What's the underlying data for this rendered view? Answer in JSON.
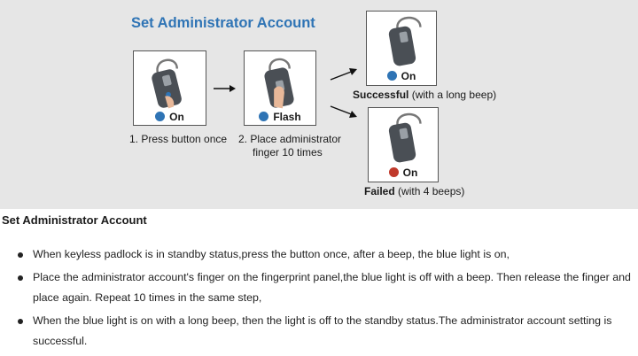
{
  "diagram": {
    "title": "Set Administrator Account",
    "steps": [
      {
        "led_label": "On",
        "caption_lines": [
          "1. Press button once"
        ]
      },
      {
        "led_label": "Flash",
        "caption_lines": [
          "2. Place administrator",
          "finger 10 times"
        ]
      }
    ],
    "results": [
      {
        "led_label": "On",
        "status": "Successful",
        "detail": "(with a long beep)"
      },
      {
        "led_label": "On",
        "status": "Failed",
        "detail": "(with 4 beeps)"
      }
    ],
    "colors": {
      "title": "#2f74b5",
      "led_blue": "#2f74b5",
      "led_red": "#c0392b",
      "background": "#e6e6e6"
    }
  },
  "section": {
    "title": "Set Administrator Account",
    "bullets": [
      "When keyless  padlock is in standby status,press the button once, after a beep, the blue light is on,",
      "Place the administrator account's finger on the fingerprint panel,the blue light is off with a beep. Then release the finger and place again. Repeat 10 times in the same step,",
      "When the blue light is on with a long beep, then the light is off to the standby status.The administrator account setting is successful."
    ]
  }
}
